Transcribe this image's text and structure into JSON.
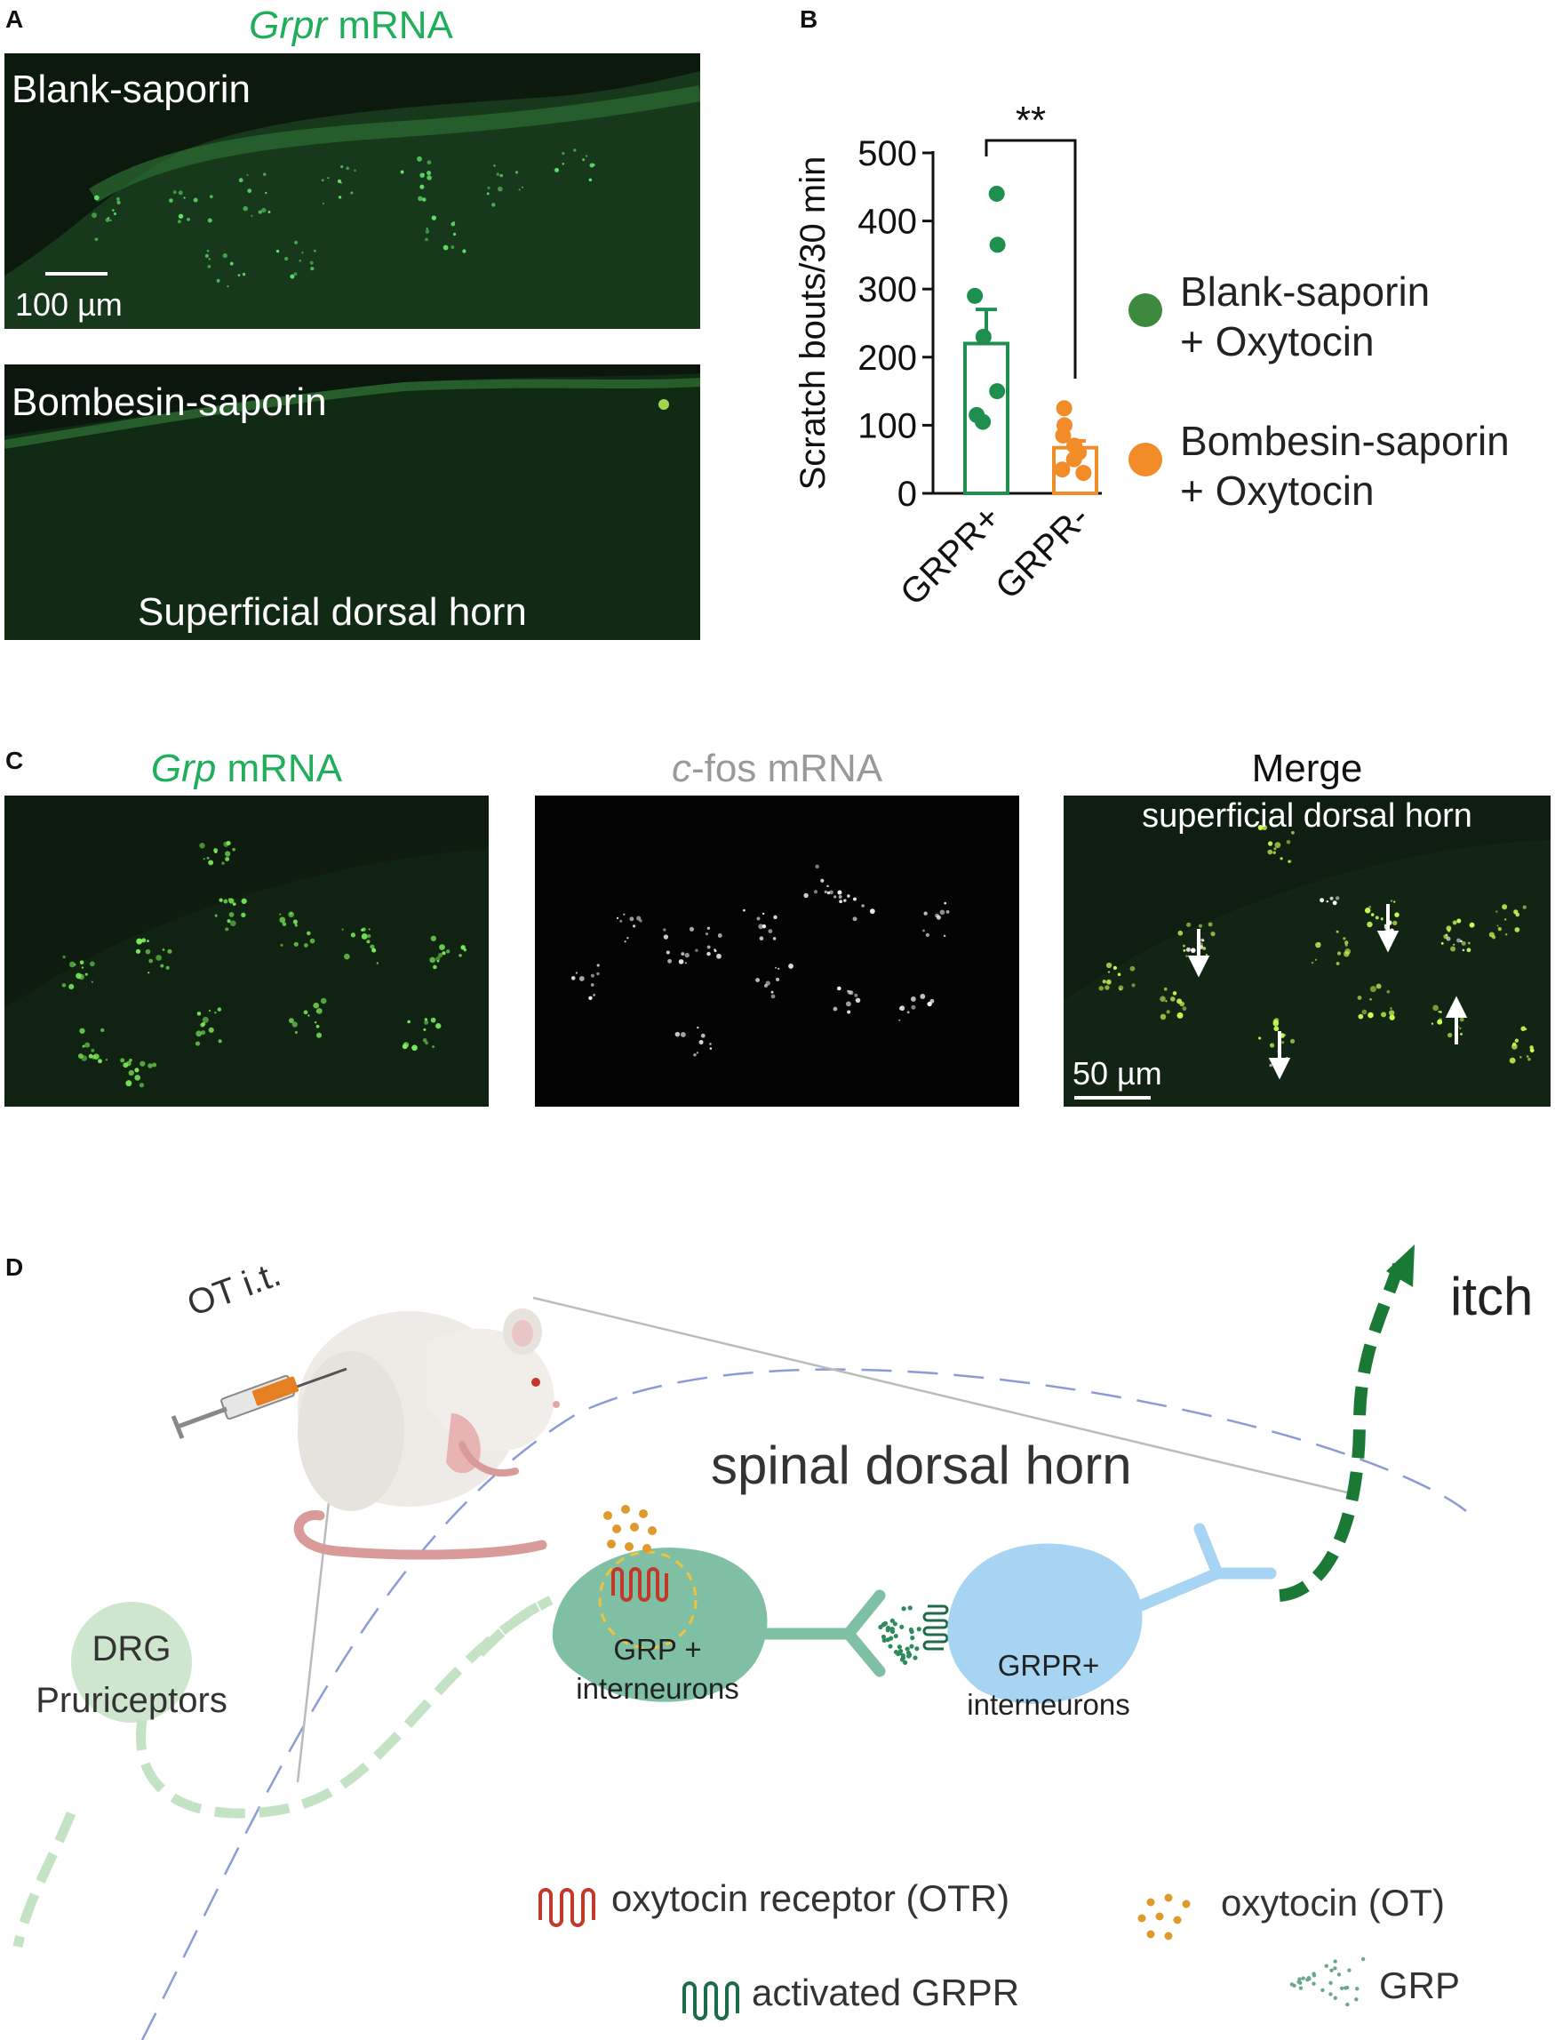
{
  "panel_labels": {
    "a": "A",
    "b": "B",
    "c": "C",
    "d": "D"
  },
  "panel_a": {
    "title_gene": "Grpr",
    "title_rest": " mRNA",
    "top_label": "Blank-saporin",
    "scale_bar": "100 µm",
    "bottom_label": "Bombesin-saporin",
    "bottom_caption": "Superficial dorsal horn"
  },
  "chart_data": {
    "type": "bar",
    "ylabel": "Scratch bouts/30 min",
    "ylim": [
      0,
      500
    ],
    "yticks": [
      "0",
      "100",
      "200",
      "300",
      "400",
      "500"
    ],
    "categories": [
      "GRPR+",
      "GRPR-"
    ],
    "values": [
      220,
      67
    ],
    "sem": [
      50,
      10
    ],
    "points": [
      [
        440,
        365,
        290,
        230,
        150,
        115,
        105
      ],
      [
        125,
        100,
        85,
        70,
        60,
        50,
        35,
        30
      ]
    ],
    "significance": "**",
    "colors": [
      "#1e8f4e",
      "#f28c28"
    ],
    "legend": [
      {
        "line1": "Blank-saporin",
        "line2": "+ Oxytocin",
        "color": "#3b8a3e"
      },
      {
        "line1": "Bombesin-saporin",
        "line2": "+ Oxytocin",
        "color": "#f28c28"
      }
    ]
  },
  "panel_c": {
    "grp_gene": "Grp",
    "grp_rest": " mRNA",
    "cfos_gene": "c",
    "cfos_rest": "-fos mRNA",
    "merge_title": "Merge",
    "merge_subtitle": "superficial dorsal horn",
    "scale_bar": "50 µm"
  },
  "panel_d": {
    "ot_label": "OT i.t.",
    "itch": "itch",
    "region": "spinal dorsal horn",
    "drg_line1": "DRG",
    "drg_line2": "Pruriceptors",
    "grp_cell_line1": "GRP +",
    "grp_cell_line2": "interneurons",
    "grpr_cell_line1": "GRPR+",
    "grpr_cell_line2": "interneurons",
    "legend_otr": "oxytocin receptor (OTR)",
    "legend_ot": "oxytocin (OT)",
    "legend_grpr": "activated GRPR",
    "legend_grp": "GRP"
  }
}
